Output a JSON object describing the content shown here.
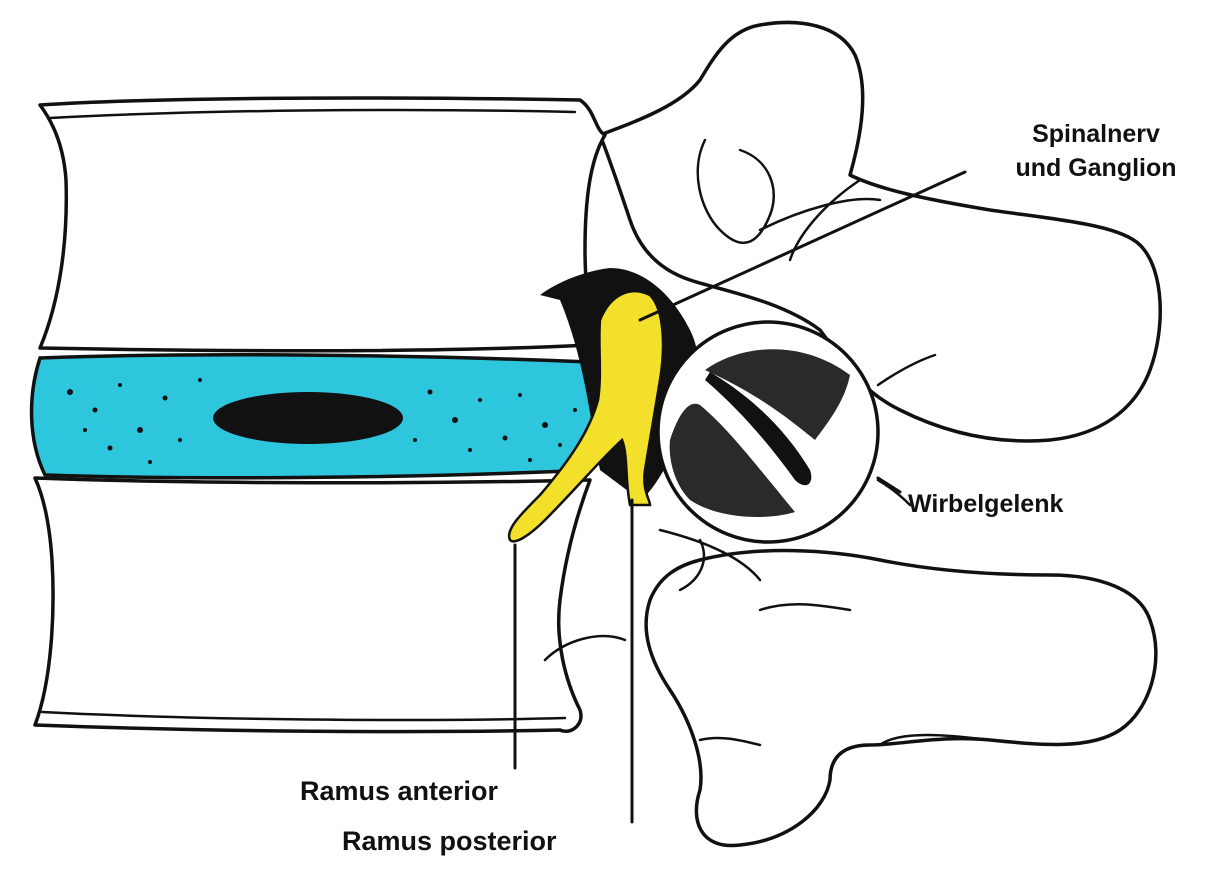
{
  "labels": {
    "spinal_nerve_line1": "Spinalnerv",
    "spinal_nerve_line2": "und Ganglion",
    "facet_joint": "Wirbelgelenk",
    "ramus_anterior": "Ramus anterior",
    "ramus_posterior": "Ramus posterior"
  },
  "colors": {
    "disc": "#2ec6dc",
    "nerve": "#f2e02a",
    "ink": "#111111",
    "background": "#ffffff"
  }
}
